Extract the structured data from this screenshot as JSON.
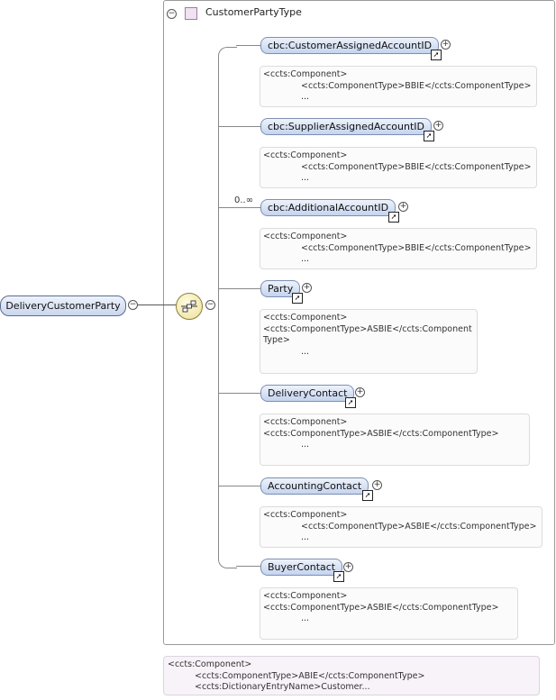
{
  "type": {
    "label": "CustomerPartyType"
  },
  "root": {
    "label": "DeliveryCustomerParty"
  },
  "children": [
    {
      "label": "cbc:CustomerAssignedAccountID",
      "occurs": "",
      "anno": [
        "<ccts:Component>",
        "<ccts:ComponentType>BBIE</ccts:ComponentType>",
        "..."
      ]
    },
    {
      "label": "cbc:SupplierAssignedAccountID",
      "occurs": "",
      "anno": [
        "<ccts:Component>",
        "<ccts:ComponentType>BBIE</ccts:ComponentType>",
        "..."
      ]
    },
    {
      "label": "cbc:AdditionalAccountID",
      "occurs": "0..∞",
      "anno": [
        "<ccts:Component>",
        "<ccts:ComponentType>BBIE</ccts:ComponentType>",
        "..."
      ]
    },
    {
      "label": "Party",
      "occurs": "",
      "anno": [
        "<ccts:Component>",
        "",
        "<ccts:ComponentType>ASBIE</ccts:Component",
        "Type>",
        "..."
      ]
    },
    {
      "label": "DeliveryContact",
      "occurs": "",
      "anno": [
        "<ccts:Component>",
        "",
        "<ccts:ComponentType>ASBIE</ccts:ComponentType>",
        "..."
      ]
    },
    {
      "label": "AccountingContact",
      "occurs": "",
      "anno": [
        "<ccts:Component>",
        "<ccts:ComponentType>ASBIE</ccts:ComponentType>",
        "..."
      ]
    },
    {
      "label": "BuyerContact",
      "occurs": "",
      "anno": [
        "<ccts:Component>",
        "",
        "<ccts:ComponentType>ASBIE</ccts:ComponentType>",
        "..."
      ]
    }
  ],
  "type_anno": [
    "<ccts:Component>",
    "<ccts:ComponentType>ABIE</ccts:ComponentType>",
    "<ccts:DictionaryEntryName>Customer..."
  ],
  "icons": {
    "collapse": "collapse-minus-icon",
    "expand": "expand-plus-icon",
    "reference": "reference-arrow-icon",
    "sequence": "sequence-compositor-icon",
    "complex_type": "complex-type-icon"
  }
}
